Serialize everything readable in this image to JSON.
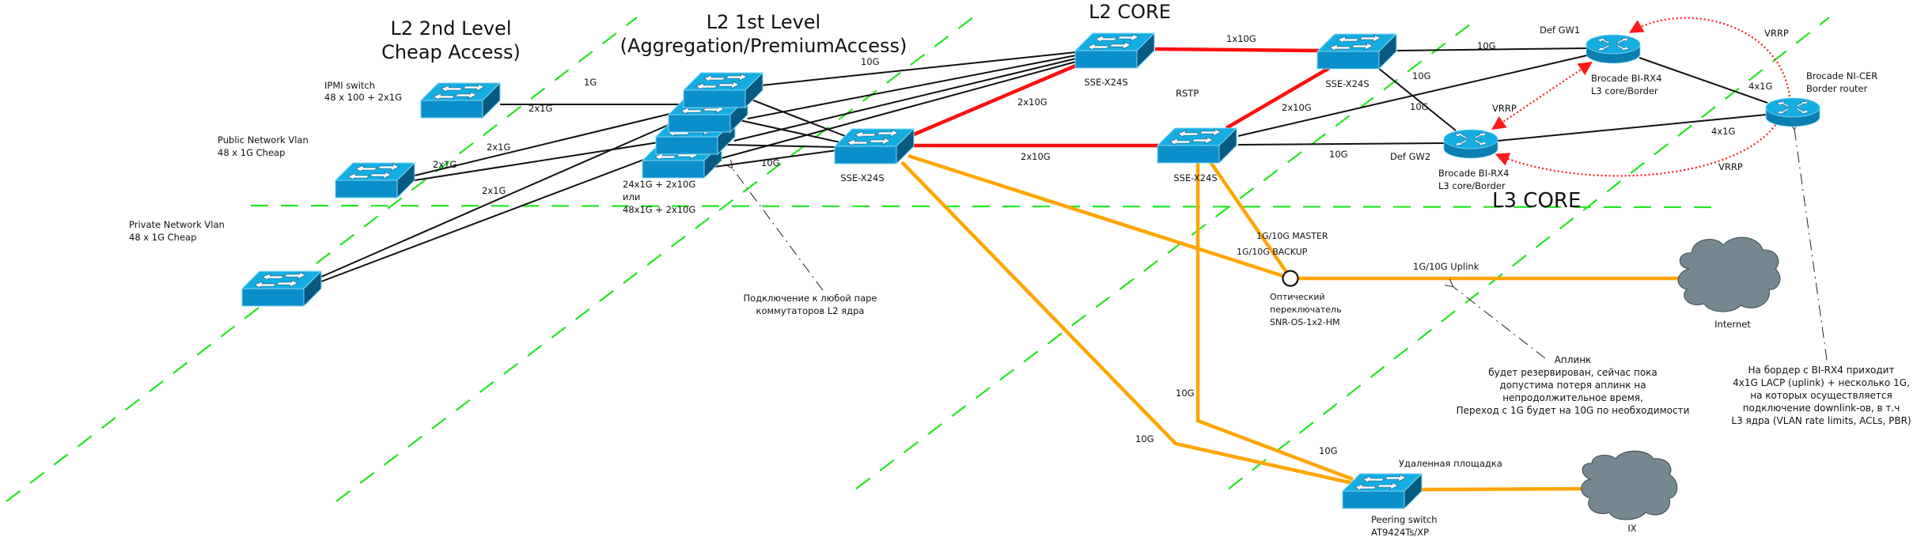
{
  "zones": {
    "l2_access_title": [
      "L2 2nd Level",
      "Cheap Access)"
    ],
    "l2_aggregation_title": [
      "L2 1st Level",
      "(Aggregation/PremiumAccess)"
    ],
    "l2_core_title": "L2 CORE",
    "l3_core_title": "L3 CORE"
  },
  "devices": {
    "ipmi_switch": [
      "IPMI switch",
      "48 x 100 + 2x1G"
    ],
    "public_switch": [
      "Public Network Vlan",
      "48 x 1G Cheap"
    ],
    "private_switch": [
      "Private Network Vlan",
      "48 x 1G Cheap"
    ],
    "aggregation_stack": [
      "24x1G + 2x10G",
      "или",
      "48x1G + 2x10G"
    ],
    "aggregation_sse": "SSE-X24S",
    "core_a": "SSE-X24S",
    "core_b": "SSE-X24S",
    "core_c": "SSE-X24S",
    "gw1_role": "Def GW1",
    "gw1": [
      "Brocade BI-RX4",
      "L3 core/Border"
    ],
    "gw2_role": "Def GW2",
    "gw2": [
      "Brocade BI-RX4",
      "L3 core/Border"
    ],
    "border_router": [
      "Brocade NI-CER",
      "Border router"
    ],
    "optical_switch": [
      "Оптический",
      "переключатель",
      "SNR-OS-1x2-HM"
    ],
    "peering_site": "Удаленная площадка",
    "peering_switch": [
      "Peering switch",
      "AT9424Ts/XP"
    ],
    "internet_cloud": "Internet",
    "ix_cloud": "IX"
  },
  "links": {
    "ipmi_agg": "1G",
    "access_2x1g": [
      "2x1G",
      "2x1G",
      "2x1G",
      "2x1G"
    ],
    "agg_core_10g_top": "10G",
    "agg_sse_10g": "10G",
    "agg_to_core_a": "2x10G",
    "agg_to_core_c": "2x10G",
    "core_a_b": "1x10G",
    "core_protocol": "RSTP",
    "core_c_b": "2x10G",
    "core_b_gw1": "10G",
    "core_b_gw2_a": "10G",
    "core_b_gw2_b": "10G",
    "core_c_gw2": "10G",
    "gw1_border": "4x1G",
    "gw2_border": "4x1G",
    "vrrp_labels": [
      "VRRP",
      "VRRP",
      "VRRP"
    ],
    "optical_master": "1G/10G MASTER",
    "optical_backup": "1G/10G BACKUP",
    "optical_uplink": "1G/10G Uplink",
    "peering_links": [
      "10G",
      "10G",
      "10G"
    ]
  },
  "notes": {
    "agg_note": [
      "Подключение к любой паре",
      "коммутаторов L2 ядра"
    ],
    "uplink_note": [
      "Аплинк",
      "будет резервирован, сейчас пока",
      "допустима потеря аплинк на",
      "непродолжительное время,",
      "Переход с 1G будет на 10G по необходимости"
    ],
    "border_note": [
      "На бордер с BI-RX4 приходит",
      "4x1G LACP (uplink) + несколько 1G,",
      "на которых осуществляется",
      "подключение downlink-ов, в т.ч",
      "L3 ядра (VLAN rate limits, ACLs, PBR)"
    ]
  },
  "colors": {
    "zone_boundary": "#22e622",
    "link_standard": "#111111",
    "link_core": "#ff0d0d",
    "link_optical": "#ffa500",
    "vrrp": "#ff1a1a",
    "device_top": "#14aee3",
    "device_front": "#0b8fca",
    "device_side": "#075a82",
    "cloud": "#75888f"
  }
}
